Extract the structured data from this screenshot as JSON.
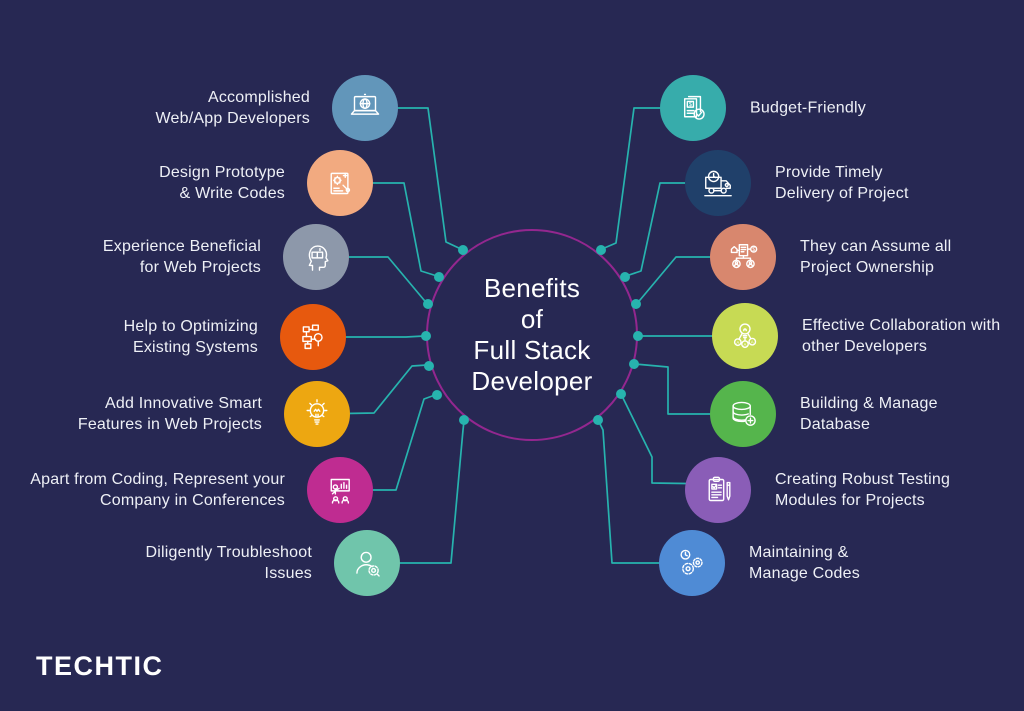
{
  "background_color": "#272853",
  "accent": {
    "connector_color": "#27b3ae",
    "center_circle_stroke": "#93278f",
    "label_text_color": "#eef0f6",
    "icon_stroke_color": "#ffffff"
  },
  "center": {
    "title": "Benefits\nof\nFull Stack\nDeveloper"
  },
  "logo": {
    "text": "TECHTIC"
  },
  "items_left": [
    {
      "label": "Accomplished\nWeb/App Developers",
      "icon": "laptop-globe-icon",
      "color": "#6296ba"
    },
    {
      "label": "Design Prototype\n& Write Codes",
      "icon": "blueprint-tools-icon",
      "color": "#f2aa80"
    },
    {
      "label": "Experience Beneficial\nfor Web Projects",
      "icon": "head-knowledge-icon",
      "color": "#8d98aa"
    },
    {
      "label": "Help to Optimizing\nExisting Systems",
      "icon": "workflow-optimize-icon",
      "color": "#e7590e"
    },
    {
      "label": "Add Innovative Smart\nFeatures in Web Projects",
      "icon": "lightbulb-idea-icon",
      "color": "#eda711"
    },
    {
      "label": "Apart from Coding, Represent your\nCompany in Conferences",
      "icon": "presentation-icon",
      "color": "#bf2c91"
    },
    {
      "label": "Diligently Troubleshoot\nIssues",
      "icon": "person-gear-icon",
      "color": "#70c5ab"
    }
  ],
  "items_right": [
    {
      "label": "Budget-Friendly",
      "icon": "invoice-check-icon",
      "color": "#37acab"
    },
    {
      "label": "Provide Timely\nDelivery of Project",
      "icon": "delivery-truck-icon",
      "color": "#20406a"
    },
    {
      "label": "They can Assume all\nProject Ownership",
      "icon": "org-structure-icon",
      "color": "#d8876e"
    },
    {
      "label": "Effective Collaboration with\nother Developers",
      "icon": "idea-network-icon",
      "color": "#c7da54"
    },
    {
      "label": "Building & Manage\nDatabase",
      "icon": "database-plus-icon",
      "color": "#55b54c"
    },
    {
      "label": "Creating Robust Testing\nModules for Projects",
      "icon": "clipboard-checklist-icon",
      "color": "#8a5db7"
    },
    {
      "label": "Maintaining &\nManage Codes",
      "icon": "gears-clock-icon",
      "color": "#4f8bd5"
    }
  ]
}
